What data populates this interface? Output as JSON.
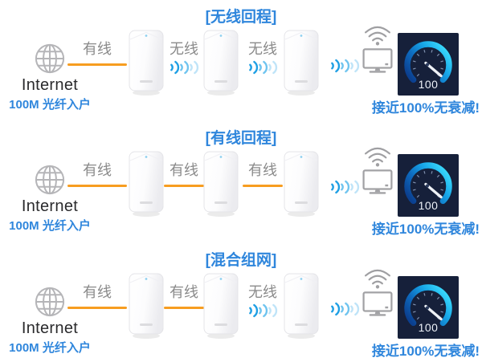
{
  "colors": {
    "title_blue": "#2F86DC",
    "label_gray": "#8A8A8A",
    "wired_orange": "#F79D20",
    "wifi_signal_blue": "#1E9FE4",
    "device_icon_gray": "#A2A2A5",
    "gauge_background": "#16203A",
    "gauge_arc_cyan": "#3EE0FF"
  },
  "internet": {
    "label": "Internet",
    "speed": "100M",
    "fiber_text": "光纤入户"
  },
  "sections": [
    {
      "id": "wireless-backhaul",
      "title": "[无线回程]",
      "link1_label": "有线",
      "link2_label": "无线",
      "link3_label": "无线",
      "speed_value": "100",
      "caption": "接近100%无衰减!"
    },
    {
      "id": "wired-backhaul",
      "title": "[有线回程]",
      "link1_label": "有线",
      "link2_label": "有线",
      "link3_label": "有线",
      "speed_value": "100",
      "caption": "接近100%无衰减!"
    },
    {
      "id": "hybrid-network",
      "title": "[混合组网]",
      "link1_label": "有线",
      "link2_label": "有线",
      "link3_label": "无线",
      "speed_value": "100",
      "caption": "接近100%无衰减!"
    }
  ]
}
